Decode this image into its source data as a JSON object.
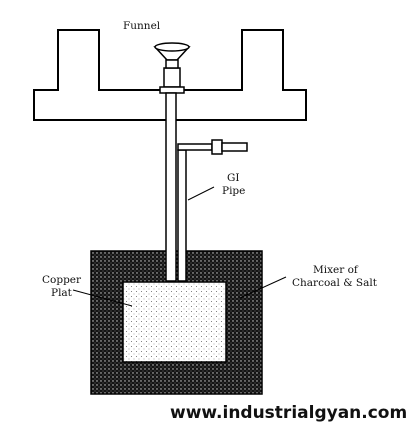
{
  "diagram": {
    "labels": {
      "funnel": "Funnel",
      "gi_pipe_line1": "GI",
      "gi_pipe_line2": "Pipe",
      "mixer_line1": "Mixer of",
      "mixer_line2": "Charcoal & Salt",
      "copper_line1": "Copper",
      "copper_line2": "Plat"
    },
    "watermark": "www.industrialgyan.com",
    "colors": {
      "stroke": "#000000",
      "background": "#ffffff",
      "soil_fill": "#1a1a1a",
      "plate_fill": "#ffffff"
    }
  }
}
